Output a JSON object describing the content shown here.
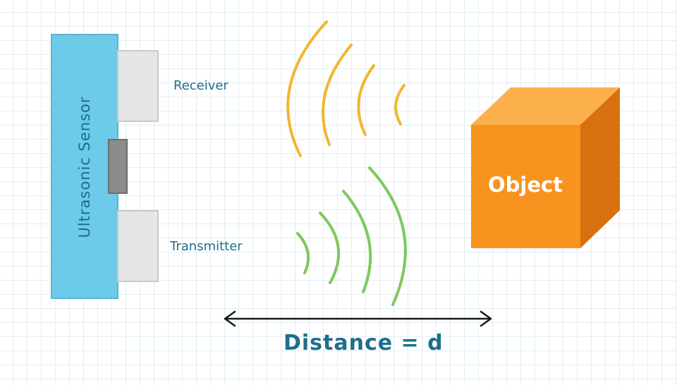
{
  "labels": {
    "sensor": "Ultrasonic Sensor",
    "receiver": "Receiver",
    "transmitter": "Transmitter",
    "object": "Object",
    "distance": "Distance = d"
  },
  "colors": {
    "sensor_body": "#6ccbe8",
    "sensor_border": "#5ab4d4",
    "transducer": "#e6e6e6",
    "connector": "#8c8c8c",
    "receive_wave": "#f2b632",
    "transmit_wave": "#7dc95e",
    "object_front": "#f7931e",
    "object_top": "#fbb04b",
    "object_side": "#d8700f",
    "text": "#1f6e8c",
    "arrow": "#1a1a1a"
  }
}
